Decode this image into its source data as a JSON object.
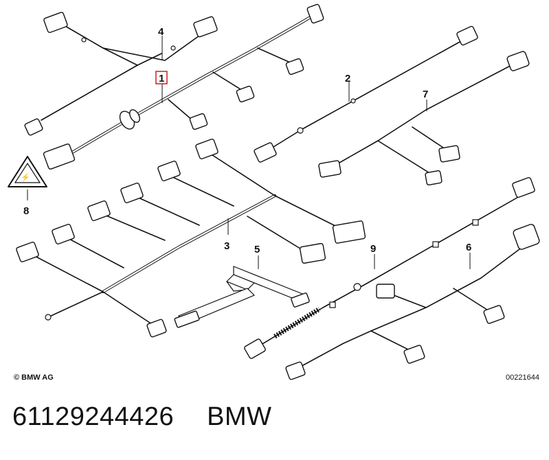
{
  "callouts": {
    "c1": "1",
    "c2": "2",
    "c3": "3",
    "c4": "4",
    "c5": "5",
    "c6": "6",
    "c7": "7",
    "c8": "8",
    "c9": "9"
  },
  "copyright": "© BMW AG",
  "diagram_id": "00221644",
  "footer": {
    "part_number": "61129244426",
    "brand": "BMW"
  },
  "colors": {
    "line": "#111111",
    "highlight_box": "#cc1f1f",
    "background": "#ffffff"
  },
  "icons": [
    "warning-triangle-icon"
  ]
}
